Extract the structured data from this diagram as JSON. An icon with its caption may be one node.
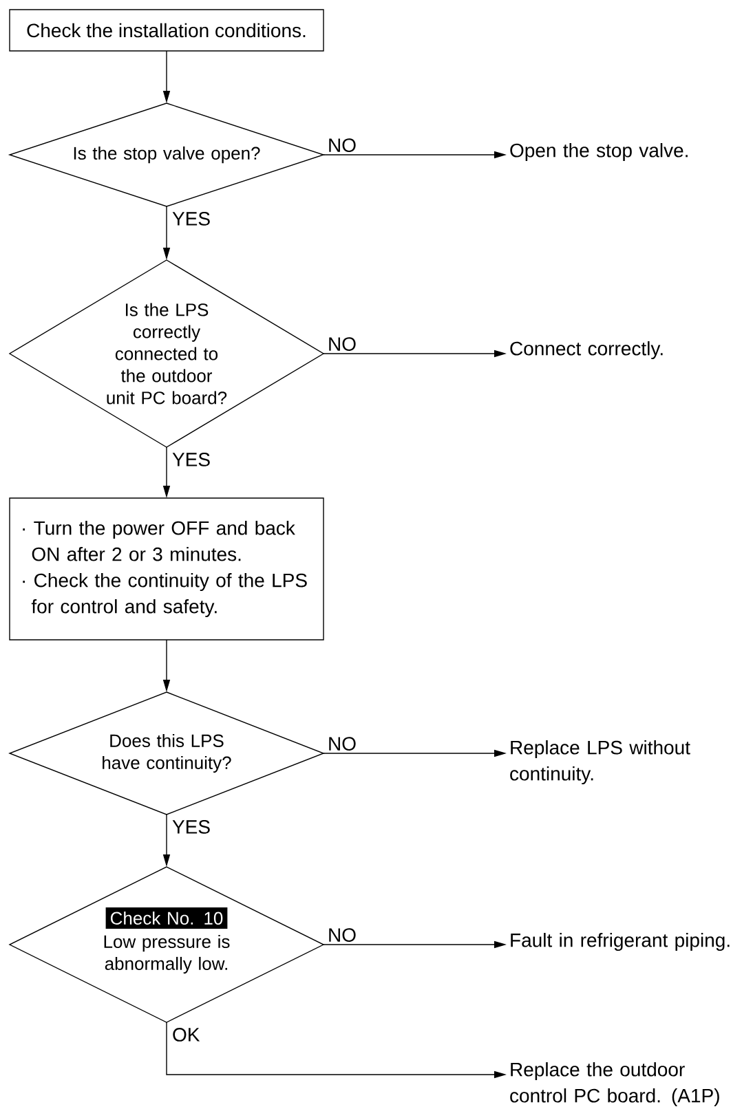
{
  "diagram": {
    "nodes": [
      {
        "text": [
          "Check the installation conditions."
        ]
      },
      {
        "text": [
          "Is the stop valve open?"
        ]
      },
      {
        "text": [
          "Open the stop valve."
        ]
      },
      {
        "text": [
          "Is the LPS correctly connected to the outdoor unit PC board?"
        ]
      },
      {
        "text": [
          "Connect correctly."
        ]
      },
      {
        "text": [
          "· Turn the power OFF and back ON after 2 or 3 minutes.",
          "· Check the continuity of the LPS for control and safety."
        ]
      },
      {
        "text": [
          "Does this LPS have continuity?"
        ]
      },
      {
        "text": [
          "Replace LPS without continuity."
        ]
      },
      {
        "text": [
          "Check No. 10",
          "Low pressure is abnormally low."
        ]
      },
      {
        "text": [
          "Fault in refrigerant piping."
        ]
      },
      {
        "text": [
          "Replace the outdoor control PC board. (A1P)"
        ]
      }
    ],
    "edges": [
      {
        "from": 0,
        "to": 1,
        "arrow": "to"
      },
      {
        "from": 1,
        "to": 2,
        "arrow": "to",
        "label": "NO"
      },
      {
        "from": 1,
        "to": 3,
        "arrow": "to",
        "label": "YES"
      },
      {
        "from": 3,
        "to": 4,
        "arrow": "to",
        "label": "NO"
      },
      {
        "from": 3,
        "to": 5,
        "arrow": "to",
        "label": "YES"
      },
      {
        "from": 5,
        "to": 6,
        "arrow": "to"
      },
      {
        "from": 6,
        "to": 7,
        "arrow": "to",
        "label": "NO"
      },
      {
        "from": 6,
        "to": 8,
        "arrow": "to",
        "label": "YES"
      },
      {
        "from": 8,
        "to": 9,
        "arrow": "to",
        "label": "NO"
      },
      {
        "from": 8,
        "to": 10,
        "arrow": "to",
        "label": "OK"
      }
    ]
  }
}
